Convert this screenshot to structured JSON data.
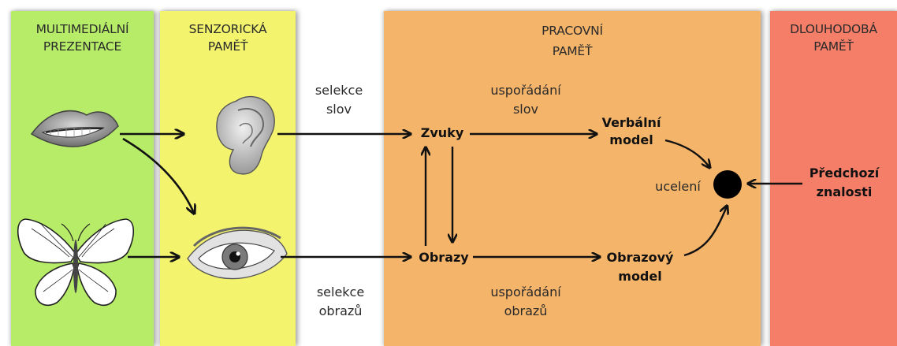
{
  "panels": {
    "multimedia": {
      "title_line1": "MULTIMEDIÁLNÍ",
      "title_line2": "PREZENTACE",
      "color": "#b7ec68"
    },
    "sensory": {
      "title_line1": "SENZORICKÁ",
      "title_line2": "PAMĚŤ",
      "color": "#f3f36e"
    },
    "working": {
      "title_line1": "PRACOVNÍ",
      "title_line2": "PAMĚŤ",
      "color": "#f4b46a"
    },
    "longterm": {
      "title_line1": "DLOUHODOBÁ",
      "title_line2": "PAMĚŤ",
      "color": "#f47e68"
    }
  },
  "labels": {
    "select_words_1": "selekce",
    "select_words_2": "slov",
    "select_images_1": "selekce",
    "select_images_2": "obrazů",
    "organize_words_1": "uspořádání",
    "organize_words_2": "slov",
    "organize_images_1": "uspořádání",
    "organize_images_2": "obrazů",
    "integration": "ucelení"
  },
  "nodes": {
    "sounds": "Zvuky",
    "images": "Obrazy",
    "verbal_1": "Verbální",
    "verbal_2": "model",
    "pictorial_1": "Obrazový",
    "pictorial_2": "model",
    "prior_1": "Předchozí",
    "prior_2": "znalosti"
  },
  "icons": [
    "mouth-icon",
    "butterfly-icon",
    "ear-icon",
    "eye-icon"
  ]
}
